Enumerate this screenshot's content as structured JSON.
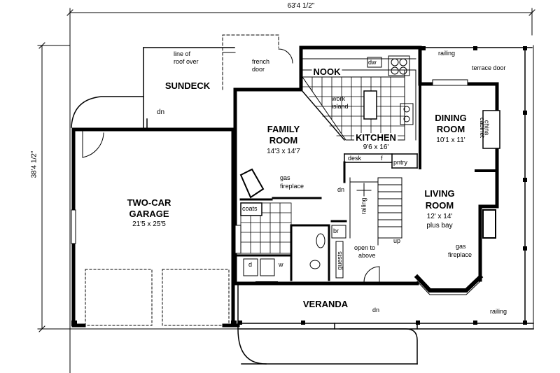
{
  "overall": {
    "width": "63'4 1/2\"",
    "depth": "38'4 1/2\""
  },
  "rooms": {
    "sundeck": {
      "name": "SUNDECK"
    },
    "garage": {
      "name1": "TWO-CAR",
      "name2": "GARAGE",
      "dims": "21'5 x 25'5"
    },
    "family": {
      "name1": "FAMILY",
      "name2": "ROOM",
      "dims": "14'3 x 14'7"
    },
    "nook": {
      "name": "NOOK"
    },
    "kitchen": {
      "name": "KITCHEN",
      "dims": "9'6 x 16'"
    },
    "dining": {
      "name1": "DINING",
      "name2": "ROOM",
      "dims": "10'1 x 11'"
    },
    "living": {
      "name1": "LIVING",
      "name2": "ROOM",
      "dims1": "12' x 14'",
      "dims2": "plus bay"
    },
    "veranda": {
      "name": "VERANDA"
    }
  },
  "notes": {
    "roof_line1": "line of",
    "roof_line2": "roof over",
    "french1": "french",
    "french2": "door",
    "dw": "dw",
    "railing_top": "railing",
    "terrace_door": "terrace door",
    "work1": "work",
    "work2": "island",
    "china1": "china",
    "china2": "cabinet",
    "dn_sundeck": "dn",
    "gas1": "gas",
    "fireplace1": "fireplace",
    "desk": "desk",
    "f": "f",
    "pntry": "pntry",
    "dn_stairs": "dn",
    "coats": "coats",
    "railing_stairs": "railing",
    "up": "up",
    "br": "br",
    "gas2": "gas",
    "fireplace2": "fireplace",
    "open1": "open to",
    "open2": "above",
    "guests": "guests",
    "d": "d",
    "w": "w",
    "dn_veranda": "dn",
    "railing_right": "railing"
  }
}
